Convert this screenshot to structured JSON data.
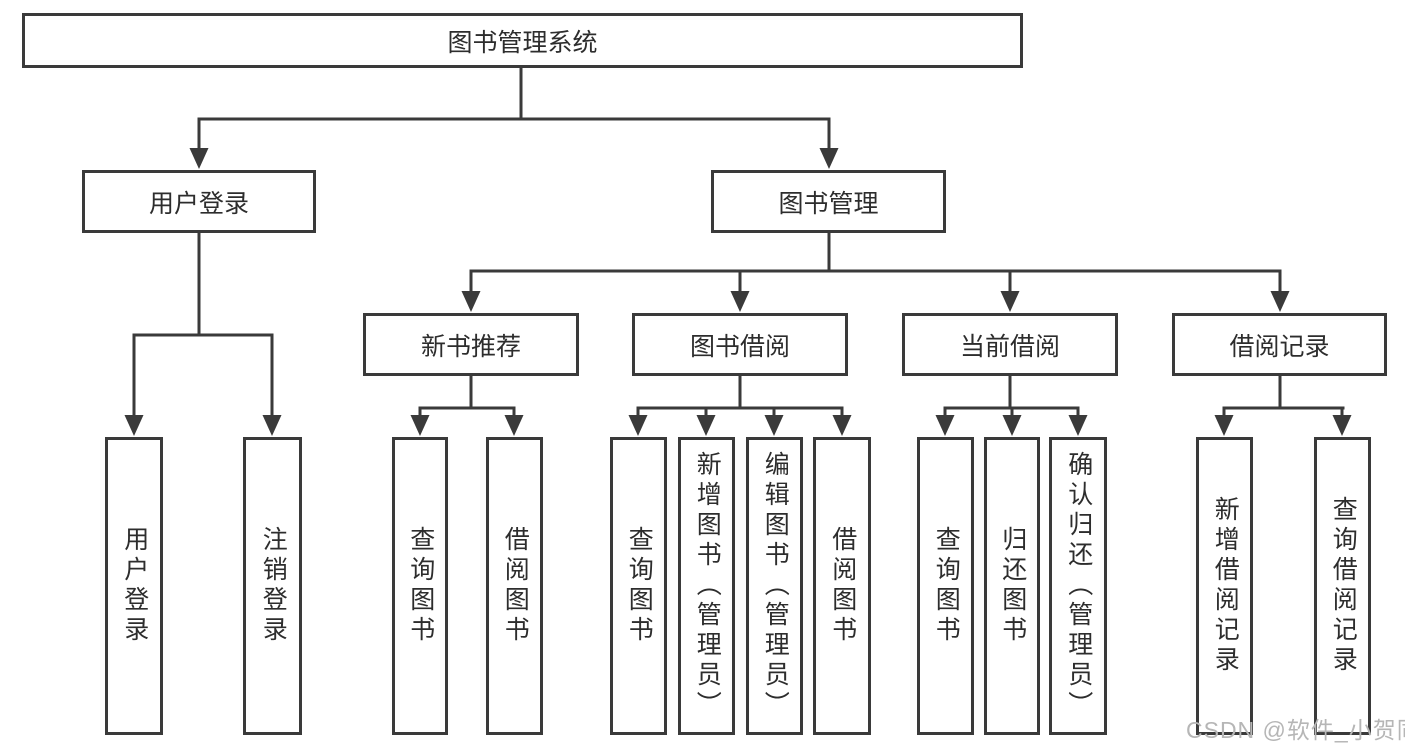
{
  "diagram": {
    "root": {
      "label": "图书管理系统"
    },
    "level2": [
      {
        "id": "user-login",
        "label": "用户登录",
        "parent": "root"
      },
      {
        "id": "book-management",
        "label": "图书管理",
        "parent": "root"
      }
    ],
    "level3": [
      {
        "id": "new-book-recommend",
        "label": "新书推荐",
        "parent": "book-management"
      },
      {
        "id": "book-borrow",
        "label": "图书借阅",
        "parent": "book-management"
      },
      {
        "id": "current-borrow",
        "label": "当前借阅",
        "parent": "book-management"
      },
      {
        "id": "borrow-records",
        "label": "借阅记录",
        "parent": "book-management"
      }
    ],
    "leaves": [
      {
        "label": "用户登录",
        "parent": "user-login"
      },
      {
        "label": "注销登录",
        "parent": "user-login"
      },
      {
        "label": "查询图书",
        "parent": "new-book-recommend"
      },
      {
        "label": "借阅图书",
        "parent": "new-book-recommend"
      },
      {
        "label": "查询图书",
        "parent": "book-borrow"
      },
      {
        "label": "新增图书（管理员）",
        "parent": "book-borrow"
      },
      {
        "label": "编辑图书（管理员）",
        "parent": "book-borrow"
      },
      {
        "label": "借阅图书",
        "parent": "book-borrow"
      },
      {
        "label": "查询图书",
        "parent": "current-borrow"
      },
      {
        "label": "归还图书",
        "parent": "current-borrow"
      },
      {
        "label": "确认归还（管理员）",
        "parent": "current-borrow"
      },
      {
        "label": "新增借阅记录",
        "parent": "borrow-records"
      },
      {
        "label": "查询借阅记录",
        "parent": "borrow-records"
      }
    ]
  },
  "watermark": {
    "text": "CSDN @软件_小贺同学"
  },
  "colors": {
    "line": "#3a3a3a",
    "border": "#3a3a3a",
    "text": "#2d2d2d",
    "watermark": "#b6b6b6",
    "background": "#ffffff"
  }
}
